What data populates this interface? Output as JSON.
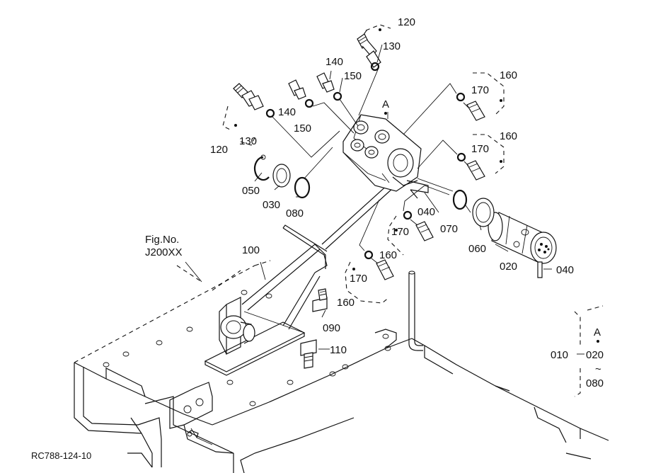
{
  "figure": {
    "fig_ref_line1": "Fig.No.",
    "fig_ref_line2": "J200XX",
    "drawing_code": "RC788-124-10"
  },
  "part_labels": {
    "p010": "010",
    "p020": "020",
    "p020b": "020",
    "p030": "030",
    "p040a": "040",
    "p040b": "040",
    "p050": "050",
    "p060": "060",
    "p070": "070",
    "p080a": "080",
    "p080b": "080",
    "p090": "090",
    "p100": "100",
    "p110": "110",
    "p120a": "120",
    "p120b": "120",
    "p130a": "130",
    "p130b": "130",
    "p140a": "140",
    "p140b": "140",
    "p150a": "150",
    "p150b": "150",
    "p160a": "160",
    "p160b": "160",
    "p160c": "160",
    "p160d": "160",
    "p170a": "170",
    "p170b": "170",
    "p170c": "170",
    "p170d": "170"
  },
  "callouts": {
    "ref_a_top": "A",
    "ref_a_box": "A",
    "range_tilde": "~"
  }
}
